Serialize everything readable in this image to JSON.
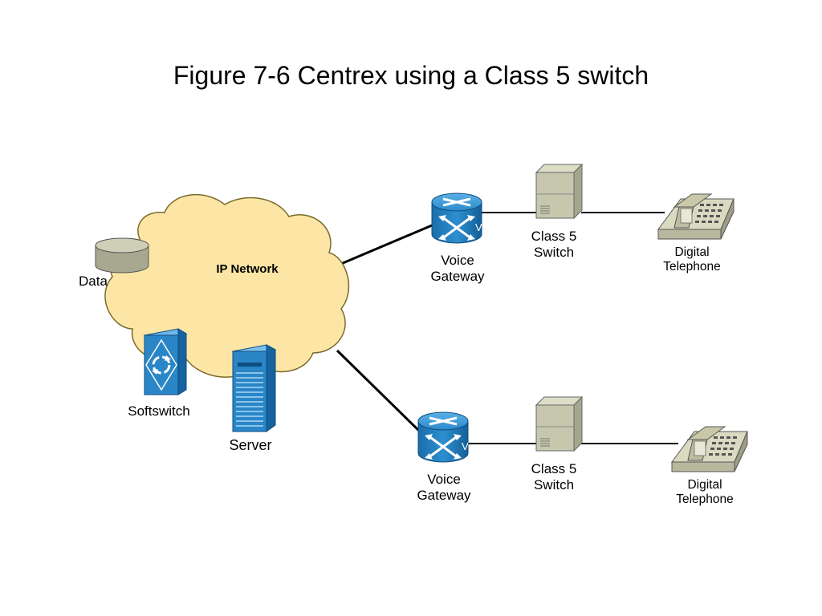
{
  "title": "Figure 7-6 Centrex using a Class 5 switch",
  "cloud": {
    "label": "IP Network"
  },
  "nodes": {
    "data": "Data",
    "softswitch": "Softswitch",
    "server": "Server",
    "gateway_top": {
      "line1": "Voice",
      "line2": "Gateway"
    },
    "gateway_bottom": {
      "line1": "Voice",
      "line2": "Gateway"
    },
    "switch_top": {
      "line1": "Class 5",
      "line2": "Switch"
    },
    "switch_bottom": {
      "line1": "Class 5",
      "line2": "Switch"
    },
    "phone_top": {
      "line1": "Digital",
      "line2": "Telephone"
    },
    "phone_bottom": {
      "line1": "Digital",
      "line2": "Telephone"
    },
    "router_badge": "V"
  },
  "colors": {
    "cloud_fill": "#FDE6A5",
    "cloud_stroke": "#7A6A2A",
    "router_blue": "#1F7FC4",
    "server_blue": "#2A86C6",
    "switch_beige": "#C7C7AE",
    "phone_beige": "#C9C9A9",
    "db_gray": "#B5B59E"
  }
}
